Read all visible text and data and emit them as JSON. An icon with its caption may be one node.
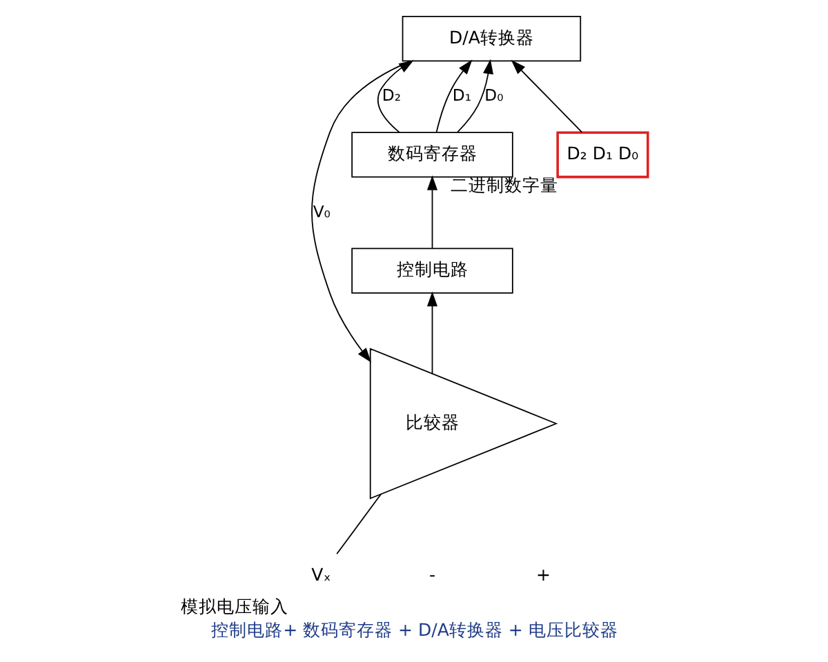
{
  "diagram": {
    "caption": "控制电路+ 数码寄存器 + D/A转换器 + 电压比较器",
    "nodes": [
      {
        "text": [
          "D/A转换器"
        ]
      },
      {
        "text": [
          "数码寄存器"
        ]
      },
      {
        "text": [
          "控制电路"
        ]
      },
      {
        "text": [
          "比较器"
        ]
      },
      {
        "text": [
          "D₂ D₁ D₀"
        ],
        "beside": [
          "二进制数字量"
        ]
      },
      {
        "text": [
          "Vₓ"
        ],
        "beside": [
          "模拟电压输入"
        ]
      }
    ],
    "edges": [
      {
        "from": 3,
        "to": 2,
        "arrow": "to"
      },
      {
        "from": 2,
        "to": 1,
        "arrow": "to"
      },
      {
        "from": 1,
        "to": 0,
        "arrow": "to",
        "label": "D₂"
      },
      {
        "from": 1,
        "to": 0,
        "arrow": "to",
        "label": "D₁"
      },
      {
        "from": 1,
        "to": 0,
        "arrow": "to",
        "label": "D₀"
      },
      {
        "from": 4,
        "to": 0,
        "arrow": "to"
      },
      {
        "from": 0,
        "to": 3,
        "arrow": "to",
        "label": "V₀"
      },
      {
        "from": 5,
        "to": 3,
        "arrow": "none"
      }
    ],
    "labels": [
      "-",
      "+"
    ]
  }
}
